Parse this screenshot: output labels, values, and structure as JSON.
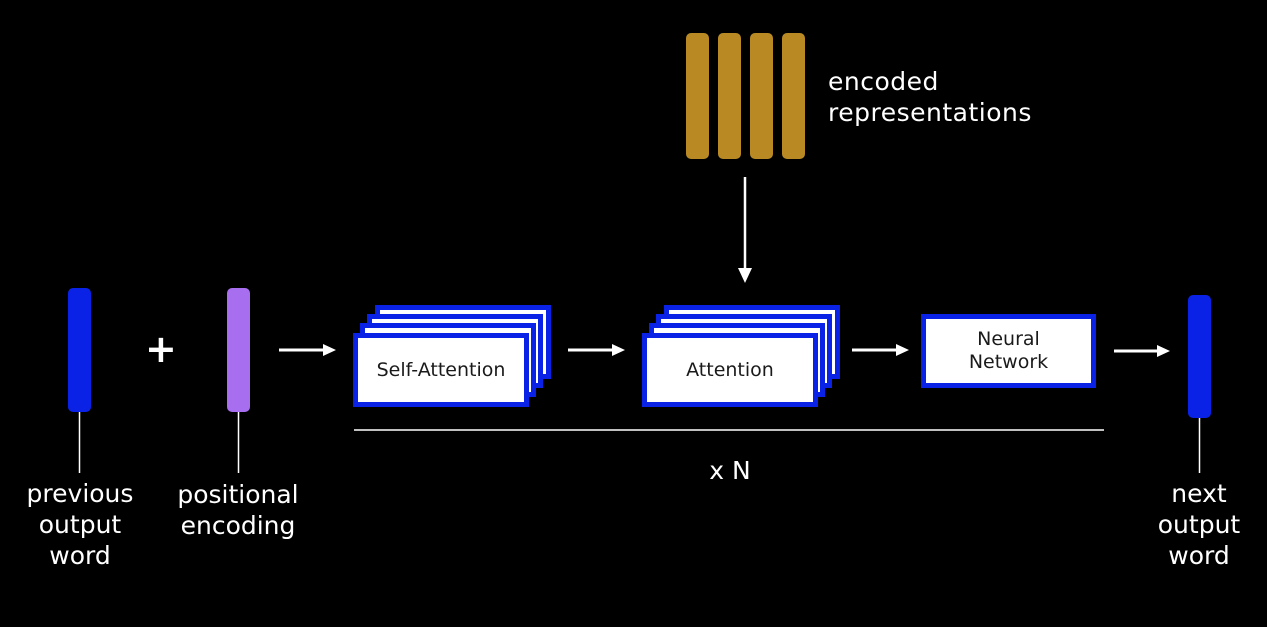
{
  "colors": {
    "background": "#000000",
    "word_vector": "#0a22e6",
    "positional_vector": "#a86ef0",
    "encoded_vectors": "#b98a24",
    "box_border": "#0a22e6",
    "box_fill": "#ffffff",
    "line": "#ffffff"
  },
  "encoder_output": {
    "label": "encoded\nrepresentations",
    "vector_count": 4
  },
  "input": {
    "word_label": "previous\noutput\nword",
    "operator": "+",
    "positional_label": "positional\nencoding"
  },
  "blocks": {
    "self_attention": "Self-Attention",
    "attention": "Attention",
    "neural_network": "Neural\nNetwork"
  },
  "repeat_label": "x N",
  "output": {
    "word_label": "next\noutput\nword"
  },
  "icons": {
    "arrow": "right-arrow-icon",
    "down_arrow": "down-arrow-icon"
  }
}
